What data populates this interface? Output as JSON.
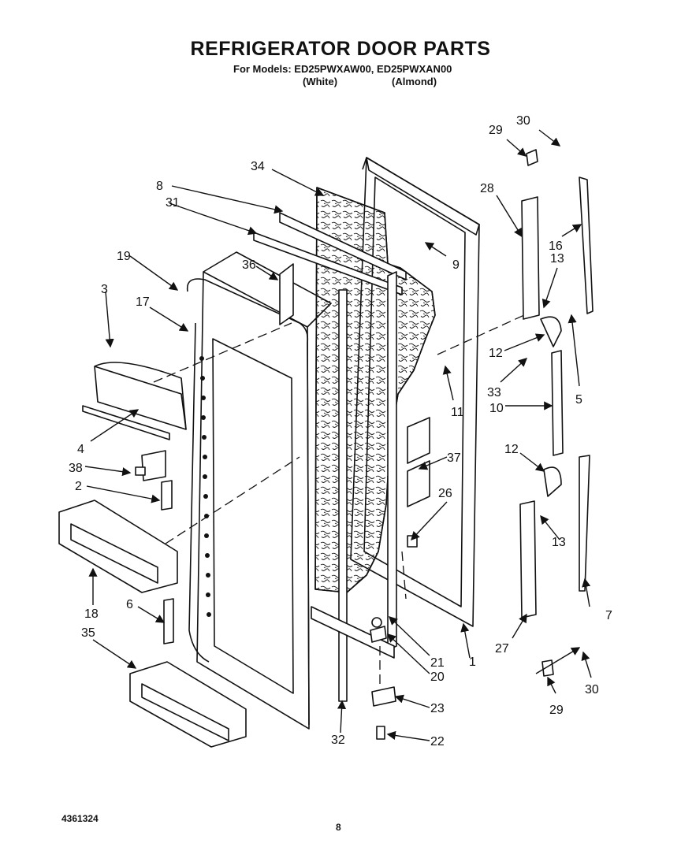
{
  "header": {
    "title": "REFRIGERATOR DOOR PARTS",
    "models_line": "For Models: ED25PWXAW00, ED25PWXAN00",
    "color_white": "(White)",
    "color_almond": "(Almond)"
  },
  "callouts": [
    "1",
    "2",
    "3",
    "4",
    "5",
    "6",
    "7",
    "8",
    "9",
    "10",
    "11",
    "12",
    "12",
    "13",
    "13",
    "16",
    "17",
    "18",
    "19",
    "20",
    "21",
    "22",
    "23",
    "26",
    "27",
    "28",
    "29",
    "29",
    "30",
    "30",
    "31",
    "32",
    "33",
    "34",
    "35",
    "36",
    "37",
    "38"
  ],
  "footer": {
    "part_number": "4361324",
    "page_number": "8"
  }
}
